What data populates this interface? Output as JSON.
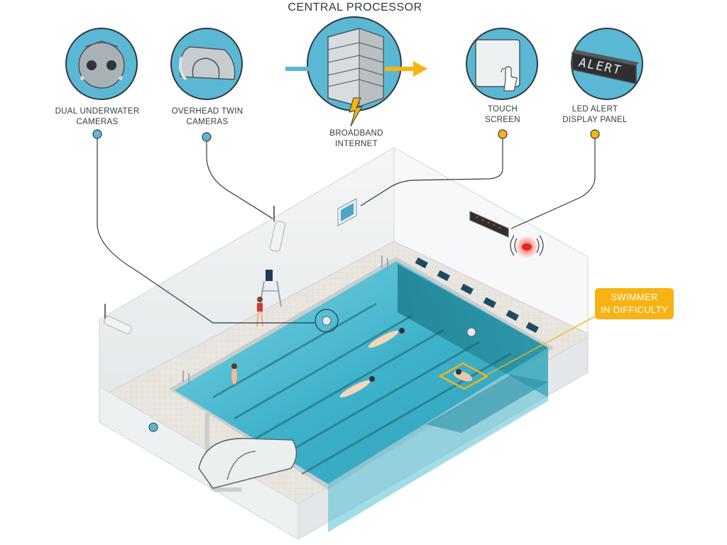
{
  "title": "CENTRAL PROCESSOR",
  "components": {
    "dual_underwater": {
      "line1": "DUAL UNDERWATER",
      "line2": "CAMERAS"
    },
    "overhead_twin": {
      "line1": "OVERHEAD TWIN",
      "line2": "CAMERAS"
    },
    "broadband": {
      "line1": "BROADBAND",
      "line2": "INTERNET"
    },
    "touch_screen": {
      "line1": "TOUCH",
      "line2": "SCREEN"
    },
    "led_alert": {
      "line1": "LED ALERT",
      "line2": "DISPLAY PANEL"
    }
  },
  "led_text": "ALERT",
  "callout": {
    "line1": "SWIMMER",
    "line2": "IN DIFFICULTY"
  },
  "colors": {
    "accent_blue": "#5bb8d4",
    "accent_yellow": "#f6b313",
    "water": "#3fb0c8",
    "outline": "#2f3a40"
  }
}
